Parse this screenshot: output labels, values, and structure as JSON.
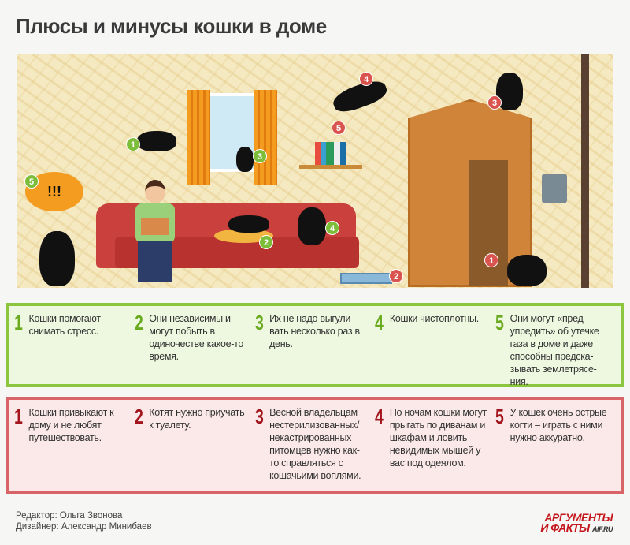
{
  "title": "Плюсы и минусы кошки в доме",
  "colors": {
    "pros": "#8cc63f",
    "cons": "#d86468",
    "pros_bg": "#eef8e0",
    "cons_bg": "#fbe9e9"
  },
  "scene": {
    "bubble_text": "!!!",
    "pro_badges": [
      "1",
      "2",
      "3",
      "4",
      "5"
    ],
    "con_badges": [
      "1",
      "2",
      "3",
      "4",
      "5"
    ]
  },
  "pros": [
    {
      "num": "1",
      "text": "Кошки помогают снимать стресс."
    },
    {
      "num": "2",
      "text": "Они независимы и могут побыть в одиночестве какое-то время."
    },
    {
      "num": "3",
      "text": "Их не надо выгули-вать несколько раз в день."
    },
    {
      "num": "4",
      "text": "Кошки чистоплотны."
    },
    {
      "num": "5",
      "text": "Они могут «пред-упредить» об утечке газа в доме и даже способны предска-зывать землетрясе-ния."
    }
  ],
  "cons": [
    {
      "num": "1",
      "text": "Кошки привыкают к дому и не любят путешествовать."
    },
    {
      "num": "2",
      "text": "Котят нужно приучать к туалету."
    },
    {
      "num": "3",
      "text": "Весной владельцам нестерилизованных/ некастрированных питомцев нужно как-то справляться с кошачьими воплями."
    },
    {
      "num": "4",
      "text": "По ночам кошки могут прыгать по диванам и шкафам и ловить невидимых мышей у вас под одеялом."
    },
    {
      "num": "5",
      "text": "У кошек очень острые когти – играть с ними нужно аккуратно."
    }
  ],
  "credits": {
    "editor": "Редактор: Ольга Звонова",
    "designer": "Дизайнер: Александр Минибаев"
  },
  "logo": {
    "line1": "АРГУМЕНТЫ",
    "line2": "И ФАКТЫ",
    "site": "AIF.RU"
  }
}
